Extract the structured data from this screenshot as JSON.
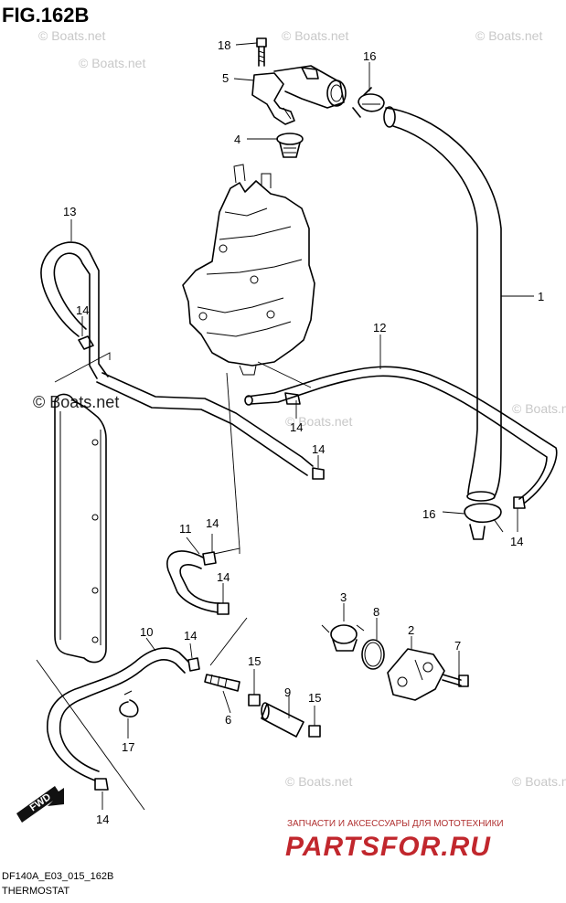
{
  "figure": {
    "title": "FIG.162B",
    "footer_code": "DF140A_E03_015_162B",
    "footer_name": "THERMOSTAT"
  },
  "callouts": {
    "c1": "1",
    "c2": "2",
    "c3": "3",
    "c4": "4",
    "c5": "5",
    "c6": "6",
    "c7": "7",
    "c8": "8",
    "c9": "9",
    "c10": "10",
    "c11": "11",
    "c12": "12",
    "c13": "13",
    "c14": "14",
    "c15": "15",
    "c16": "16",
    "c17": "17",
    "c18": "18"
  },
  "direction_label": "FWD",
  "watermarks": {
    "boats": "© Boats.net"
  },
  "branding": {
    "subtitle": "ЗАПЧАСТИ И АКСЕССУАРЫ ДЛЯ МОТОТЕХНИКИ",
    "name": "PARTSFOR.RU"
  }
}
